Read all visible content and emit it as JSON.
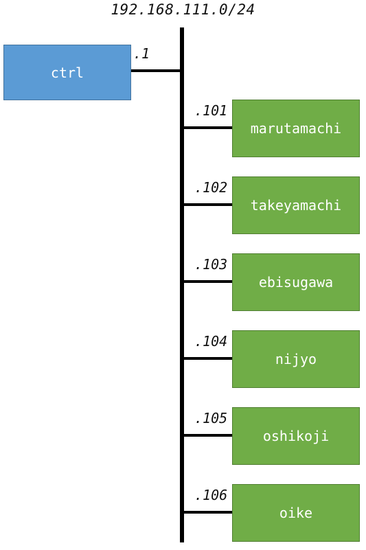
{
  "network": {
    "subnet": "192.168.111.0/24"
  },
  "controller": {
    "name": "ctrl",
    "address": ".1",
    "color": "#5b9bd5"
  },
  "hosts": [
    {
      "name": "marutamachi",
      "address": ".101"
    },
    {
      "name": "takeyamachi",
      "address": ".102"
    },
    {
      "name": "ebisugawa",
      "address": ".103"
    },
    {
      "name": "nijyo",
      "address": ".104"
    },
    {
      "name": "oshikoji",
      "address": ".105"
    },
    {
      "name": "oike",
      "address": ".106"
    }
  ],
  "host_color": "#70ad47"
}
